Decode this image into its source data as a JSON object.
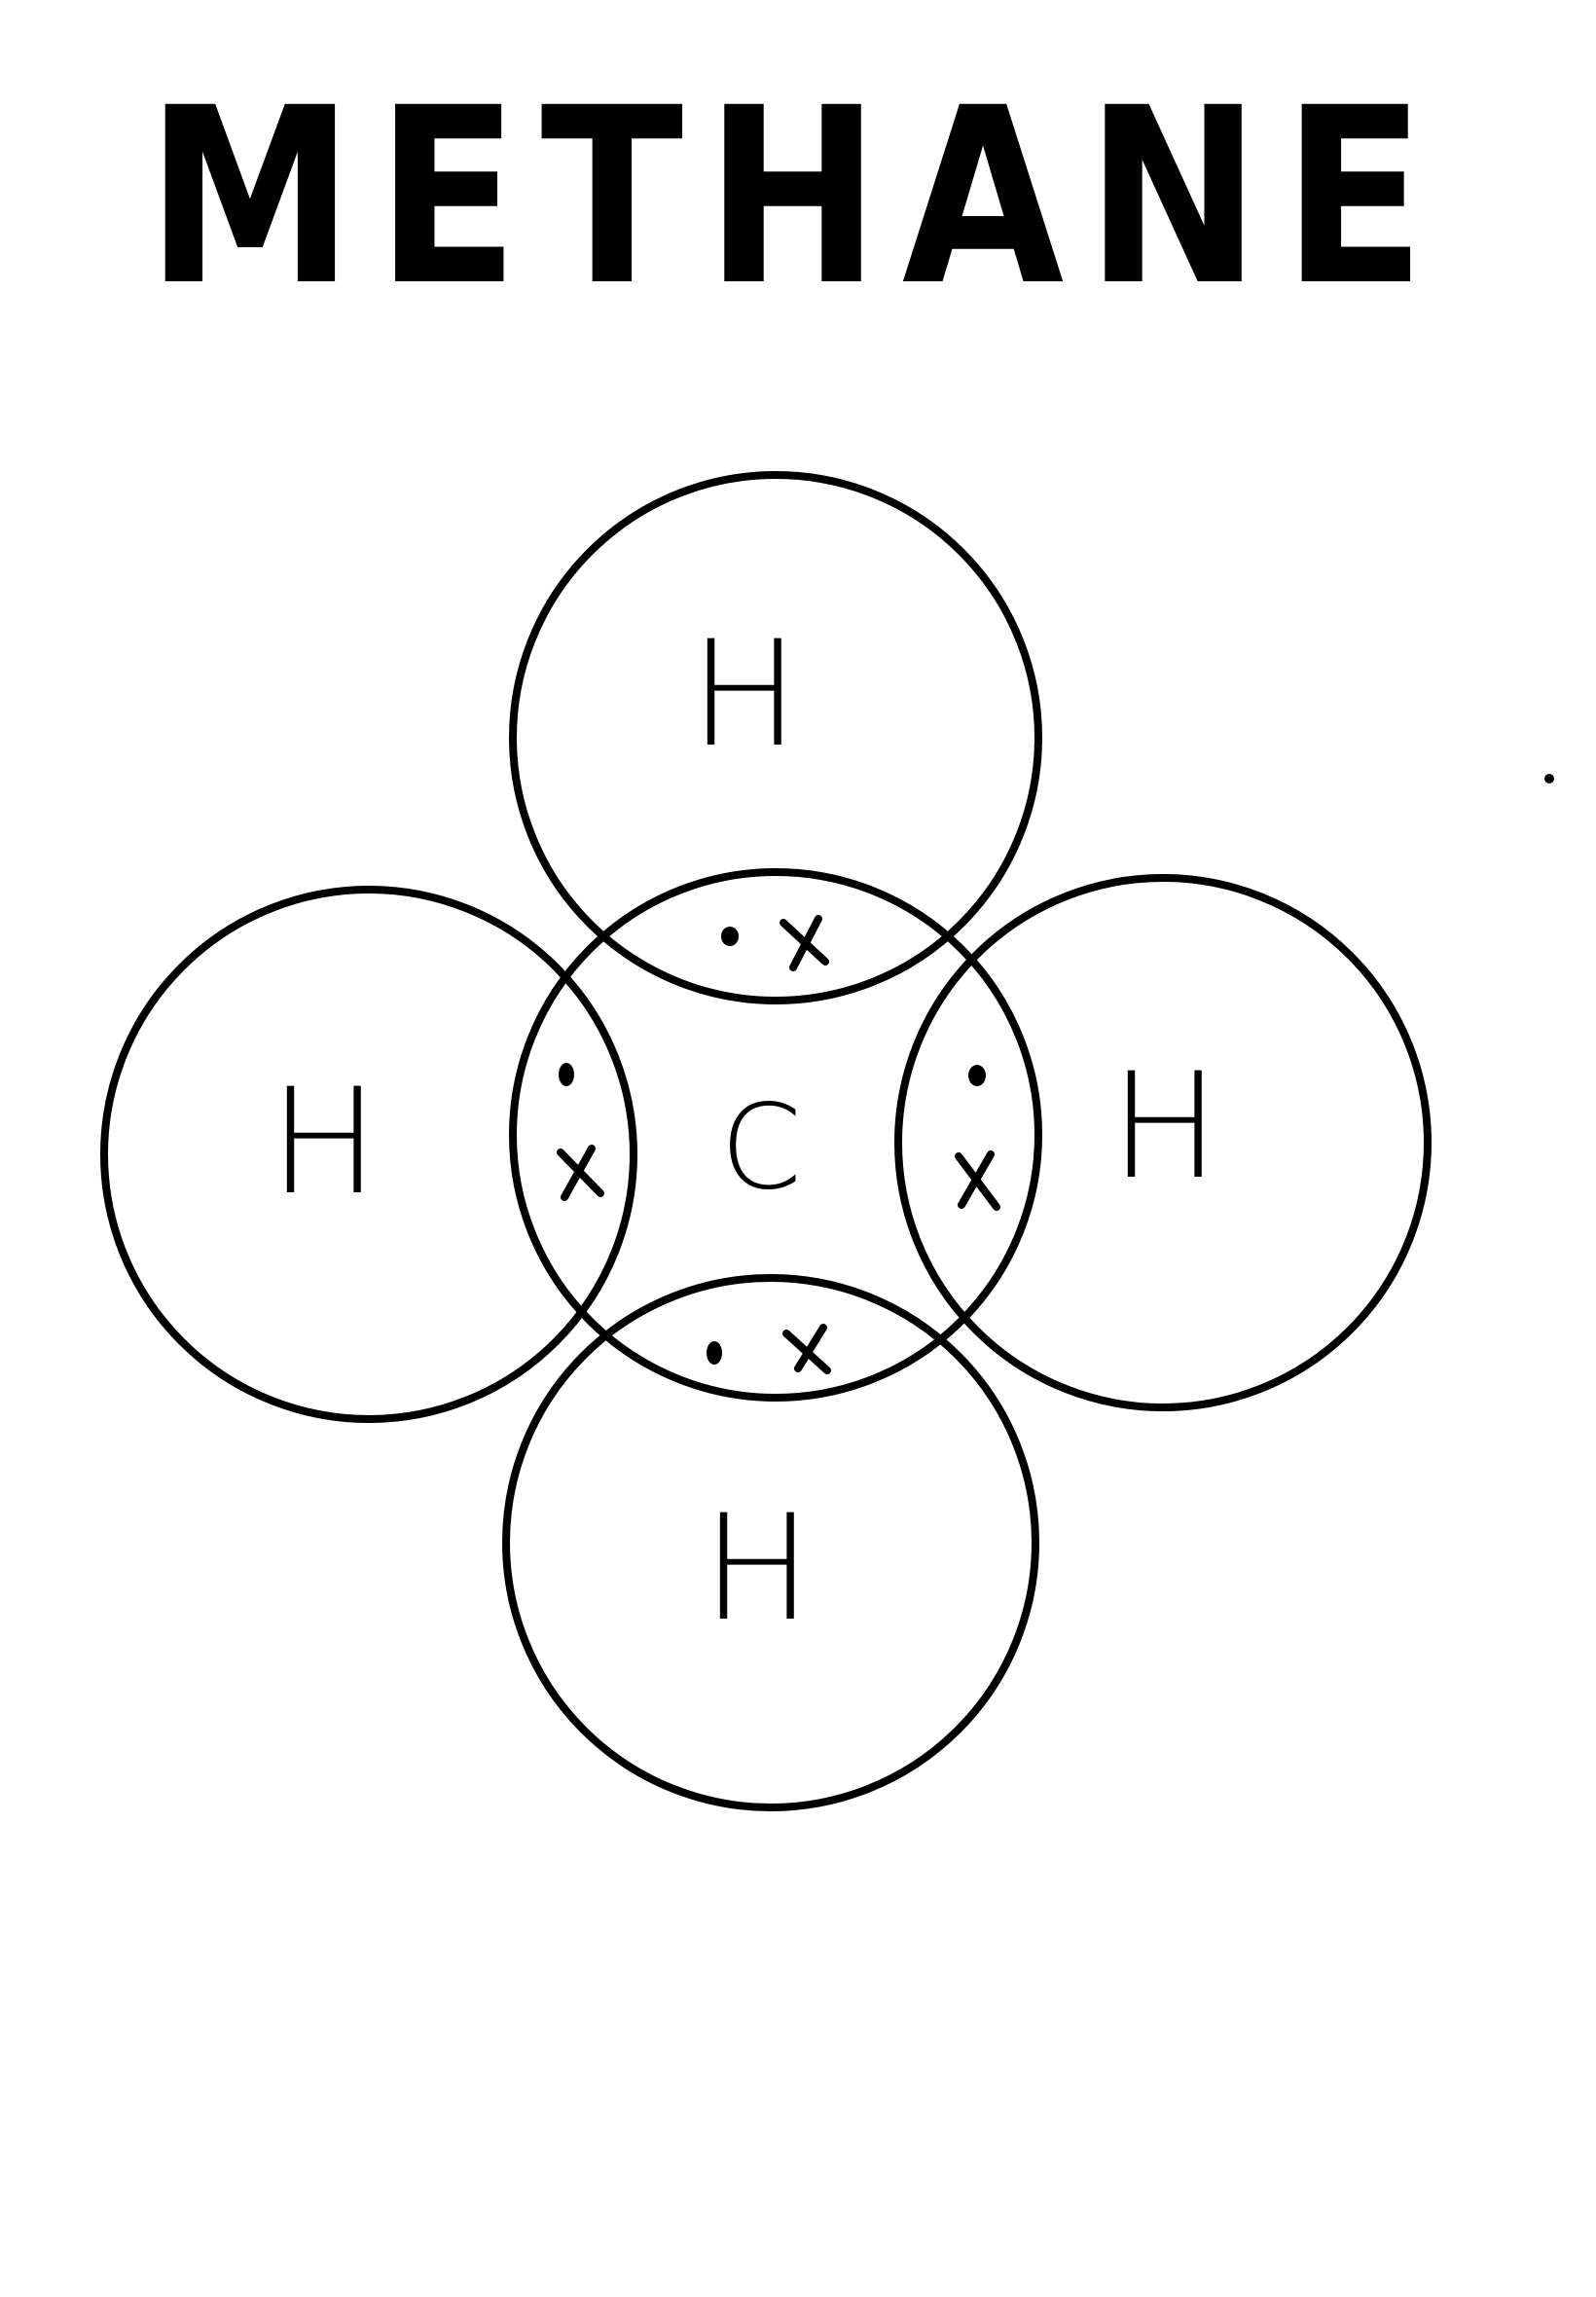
{
  "title": "METHANE",
  "atoms": {
    "center": "C",
    "top": "H",
    "left": "H",
    "right": "H",
    "bottom": "H"
  },
  "bonds": [
    {
      "position": "top",
      "electrons": [
        "dot",
        "cross"
      ]
    },
    {
      "position": "left",
      "electrons": [
        "dot",
        "cross"
      ]
    },
    {
      "position": "right",
      "electrons": [
        "dot",
        "cross"
      ]
    },
    {
      "position": "bottom",
      "electrons": [
        "dot",
        "cross"
      ]
    }
  ],
  "colors": {
    "ink": "#000000",
    "background": "#ffffff"
  }
}
